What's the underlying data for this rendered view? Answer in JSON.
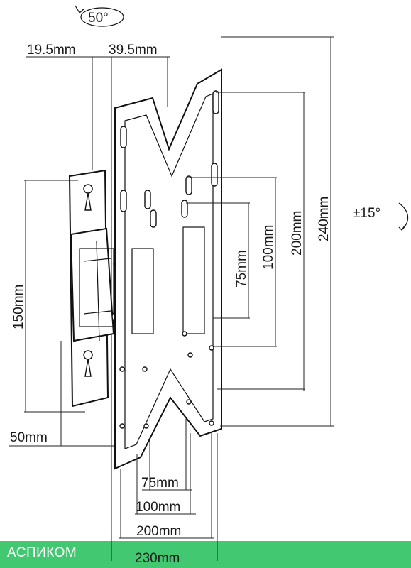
{
  "dimensions": {
    "swivel": "50°",
    "offset_small": "19.5mm",
    "offset_large": "39.5mm",
    "tilt": "±15°",
    "h240": "240mm",
    "h200": "200mm",
    "h100": "100mm",
    "h75": "75mm",
    "h150": "150mm",
    "w50": "50mm",
    "w75": "75mm",
    "w100": "100mm",
    "w200": "200mm",
    "w230": "230mm"
  },
  "brand": {
    "name": "АСПИКОМ",
    "bar_color": "#43c872"
  }
}
